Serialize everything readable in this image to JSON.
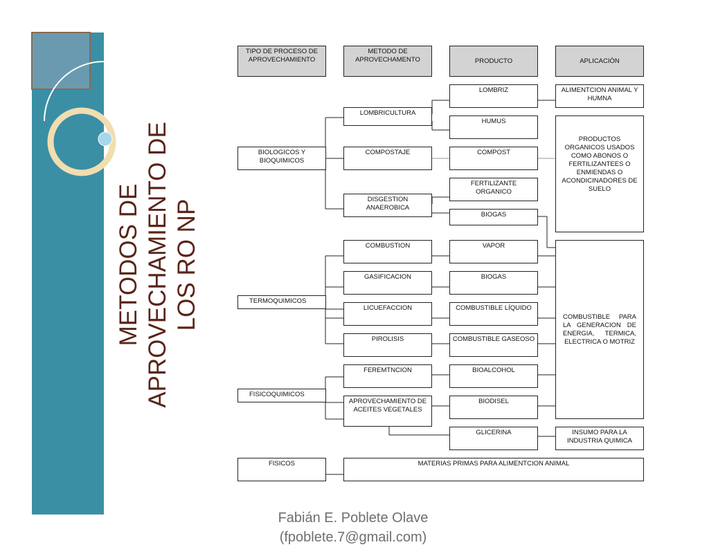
{
  "slide": {
    "title": "METODOS DE APROVECHAMIENTO DE LOS RO NP",
    "author_name": "Fabián E. Poblete Olave",
    "author_email": "(fpoblete.7@gmail.com)",
    "accent_color": "#3a8fa5",
    "title_color": "#5a2418"
  },
  "headers": {
    "tipo": "TIPO DE PROCESO DE APROVECHAMIENTO",
    "metodo": "METODO DE APROVECHAMENTO",
    "producto": "PRODUCTO",
    "aplicacion": "APLICACIÓN"
  },
  "tipos": {
    "biologicos": "BIOLOGICOS Y BIOQUIMICOS",
    "termoquimicos": "TERMOQUIMICOS",
    "fisicoquimicos": "FISICOQUIMICOS",
    "fisicos": "FISICOS"
  },
  "metodos": {
    "lombricultura": "LOMBRICULTURA",
    "compostaje": "COMPOSTAJE",
    "digestion": "DISGESTION ANAEROBICA",
    "combustion": "COMBUSTION",
    "gasificacion": "GASIFICACION",
    "licuefaccion": "LICUEFACCION",
    "pirolisis": "PIROLISIS",
    "fermentacion": "FEREMTNCION",
    "aceites": "APROVECHAMIENTO DE ACEITES VEGETALES",
    "materias": "MATERIAS PRIMAS PARA ALIMENTCION ANIMAL"
  },
  "productos": {
    "lombriz": "LOMBRIZ",
    "humus": "HUMUS",
    "compost": "COMPOST",
    "fertilizante": "FERTILIZANTE ORGANICO",
    "biogas1": "BIOGAS",
    "vapor": "VAPOR",
    "biogas2": "BIOGAS",
    "comb_liquido": "COMBUSTIBLE LÍQUIDO",
    "comb_gaseoso": "COMBUSTIBLE GASEOSO",
    "bioalcohol": "BIOALCOHOL",
    "biodisel": "BIODISEL",
    "glicerina": "GLICERINA"
  },
  "aplicaciones": {
    "alimentacion": "ALIMENTCION ANIMAL Y HUMNA",
    "abonos": "PRODUCTOS ORGANICOS USADOS COMO ABONOS O FERTILIZANTEES O ENMIENDAS O ACONDICINADORES DE SUELO",
    "combustible": "COMBUSTIBLE PARA LA GENERACION DE ENERGIA, TERMICA, ELECTRICA O MOTRIZ",
    "insumo": "INSUMO PARA LA INDUSTRIA QUIMICA"
  }
}
